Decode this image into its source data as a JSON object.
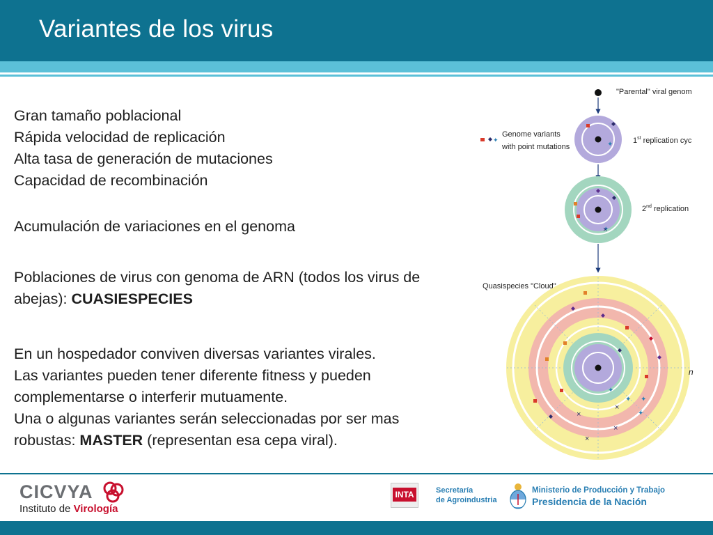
{
  "header": {
    "title": "Variantes de los virus"
  },
  "body": {
    "list": [
      "Gran tamaño poblacional",
      "Rápida velocidad de replicación",
      "Alta tasa de generación de mutaciones",
      "Capacidad de recombinación"
    ],
    "accumulation": "Acumulación de variaciones en el genoma",
    "populations_line1": "Poblaciones de virus con genoma de ARN (todos los virus de",
    "populations_line2_plain": "abejas): ",
    "populations_line2_bold": "CUASIESPECIES",
    "host_lines": [
      "En un hospedador conviven diversas variantes virales.",
      "Las variantes pueden tener diferente fitness y pueden",
      "complementarse o interferir mutuamente.",
      "Una o algunas variantes serán seleccionadas por ser mas"
    ],
    "last_plain": "robustas: ",
    "last_bold": "MASTER",
    "last_tail": " (representan esa cepa viral)."
  },
  "figure": {
    "parental": "\"Parental\" viral genom",
    "legend_1": "Genome variants",
    "legend_2": "with point mutations",
    "cycle1_a": "1",
    "cycle1_sup": "st",
    "cycle1_b": " replication cyc",
    "cycle2_a": "2",
    "cycle2_sup": "nd",
    "cycle2_b": " replication",
    "cloud": "Quasispecies \"Cloud\"",
    "edge": "n",
    "colors": {
      "lavender": "#b3a9dc",
      "green": "#a3d6bf",
      "pink": "#f2b7ad",
      "yellow": "#f7ef9e",
      "arrow": "#1a3a7a"
    }
  },
  "footer": {
    "cicvya": "CICVYA",
    "instituto": "Instituto de ",
    "virologia": "Virología",
    "inta": "INTA",
    "secretaria_1": "Secretaría",
    "secretaria_2": "de Agroindustria",
    "ministerio": "Ministerio de Producción y Trabajo",
    "presidencia": "Presidencia de la Nación"
  }
}
